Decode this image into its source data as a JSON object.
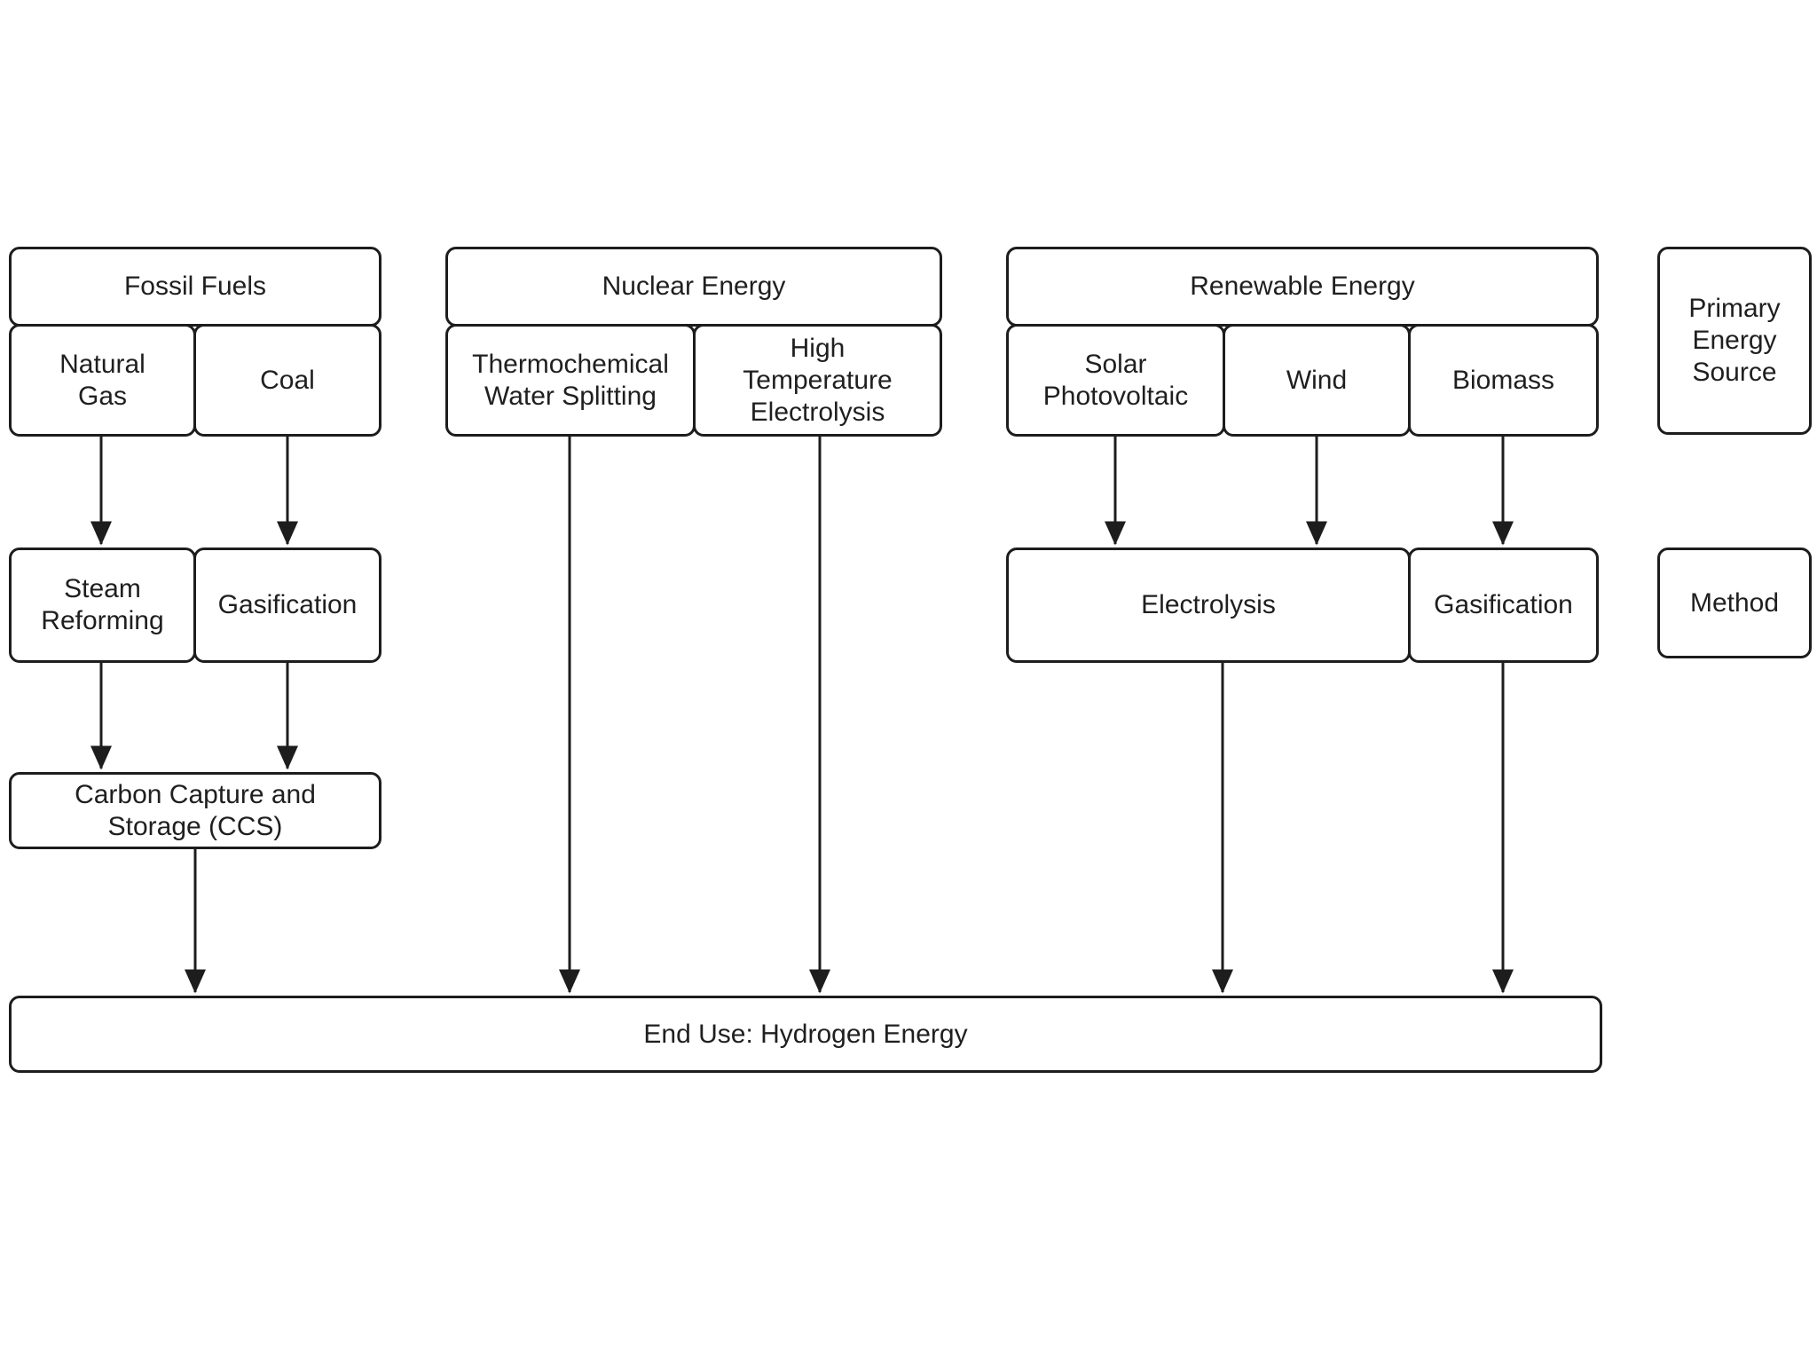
{
  "diagram": {
    "fossil": {
      "header": "Fossil Fuels",
      "sources": [
        "Natural\nGas",
        "Coal"
      ],
      "methods": [
        "Steam\nReforming",
        "Gasification"
      ],
      "capture": "Carbon Capture and\nStorage (CCS)"
    },
    "nuclear": {
      "header": "Nuclear Energy",
      "methods": [
        "Thermochemical\nWater Splitting",
        "High\nTemperature\nElectrolysis"
      ]
    },
    "renewable": {
      "header": "Renewable Energy",
      "sources": [
        "Solar\nPhotovoltaic",
        "Wind",
        "Biomass"
      ],
      "methods": [
        "Electrolysis",
        "Gasification"
      ]
    },
    "legend": {
      "primary": "Primary\nEnergy\nSource",
      "method": "Method"
    },
    "end_use": "End Use: Hydrogen Energy"
  },
  "colors": {
    "line": "#1d1d1d",
    "box-border": "#1d1d1d",
    "box-bg": "#ffffff",
    "text": "#1f1f1f",
    "page-bg": "#ffffff"
  }
}
